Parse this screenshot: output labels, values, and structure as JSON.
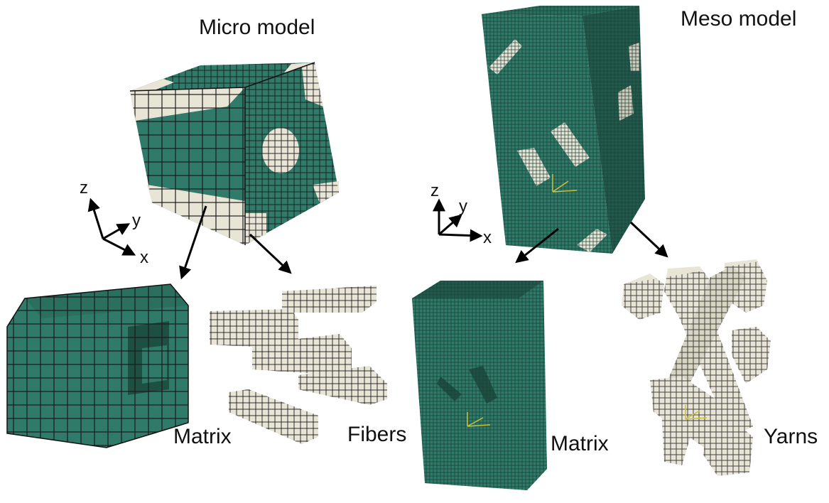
{
  "labels": {
    "micro_title": "Micro model",
    "meso_title": "Meso model",
    "micro_matrix": "Matrix",
    "micro_fibers": "Fibers",
    "meso_matrix": "Matrix",
    "meso_yarns": "Yarns"
  },
  "axes": {
    "micro": {
      "z": "z",
      "y": "y",
      "x": "x"
    },
    "meso": {
      "z": "z",
      "y": "y",
      "x": "x"
    }
  },
  "colors": {
    "matrix": "#2f7a68",
    "matrix_dark": "#1d4f43",
    "fiber": "#e8e5d6",
    "fiber_dark": "#b9b5a3",
    "mesh_line": "#1a1a1a"
  }
}
